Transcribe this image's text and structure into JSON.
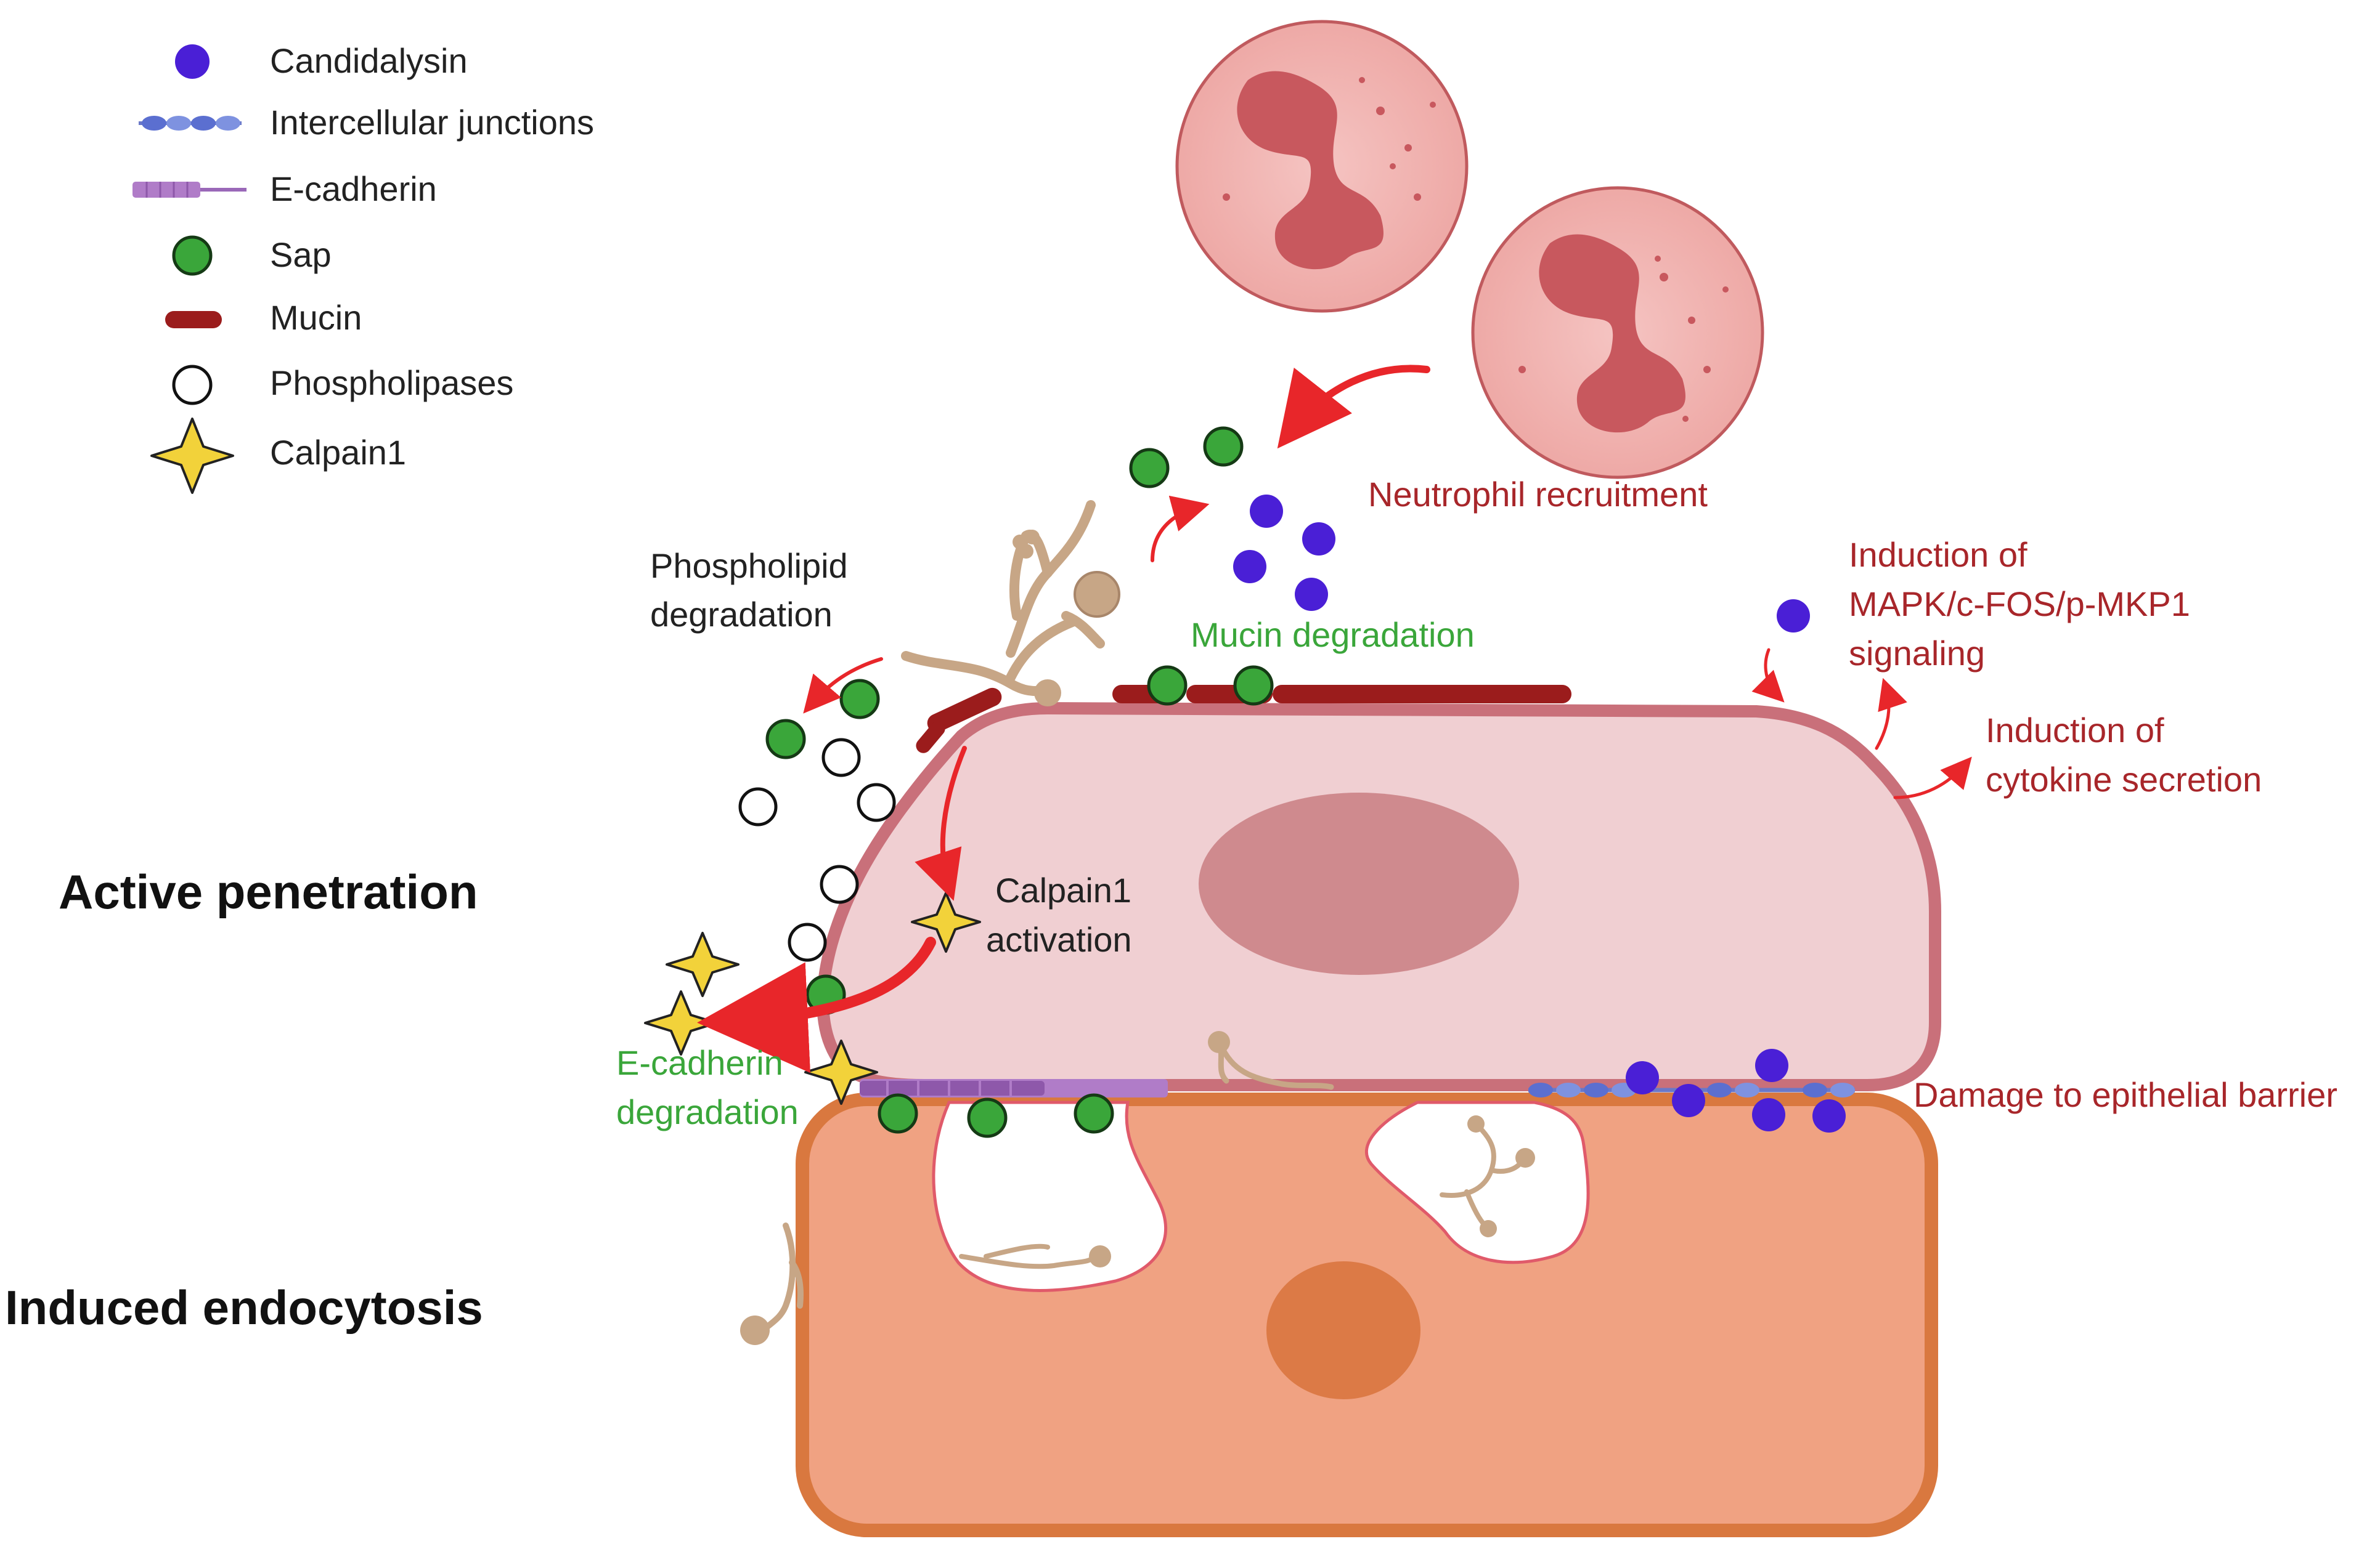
{
  "legend": {
    "candidalysin": "Candidalysin",
    "junctions": "Intercellular junctions",
    "ecadherin": "E-cadherin",
    "sap": "Sap",
    "mucin": "Mucin",
    "phospholipases": "Phospholipases",
    "calpain1": "Calpain1"
  },
  "modes": {
    "active": "Active penetration",
    "endocytosis": "Induced endocytosis"
  },
  "labels": {
    "phospholipid_1": "Phospholipid",
    "phospholipid_2": "degradation",
    "mucin_degradation": "Mucin degradation",
    "neutrophil": "Neutrophil recruitment",
    "mapk_1": "Induction of",
    "mapk_2": "MAPK/c-FOS/p-MKP1",
    "mapk_3": "signaling",
    "cytokine_1": "Induction of",
    "cytokine_2": "cytokine secretion",
    "calpain_1": "Calpain1",
    "calpain_2": "activation",
    "ecad_1": "E-cadherin",
    "ecad_2": "degradation",
    "barrier": "Damage to epithelial barrier"
  },
  "colors": {
    "candidalysin": "#4a1fd6",
    "sap": "#3aa63a",
    "mucin": "#9b1c1c",
    "calpain": "#f2d23a",
    "upper_cell": "#f0cfd2",
    "lower_cell": "#f0a282",
    "neutrophil": "#f2b2b0",
    "arrow": "#e8262a"
  }
}
